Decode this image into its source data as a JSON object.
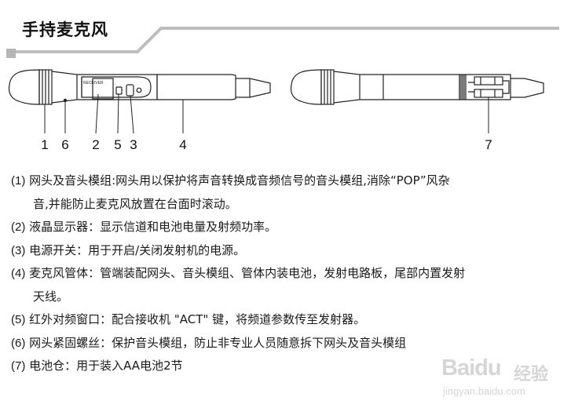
{
  "header": {
    "title": "手持麦克风"
  },
  "callouts": [
    "1",
    "6",
    "2",
    "5",
    "3",
    "4",
    "7"
  ],
  "items": [
    {
      "num": "(1)",
      "text": "网头及音头模组:网头用以保护将声音转换成音频信号的音头模组,消除“POP”风杂",
      "cont": "音,并能防止麦克风放置在台面时滚动。"
    },
    {
      "num": "(2)",
      "text": "液晶显示器：显示信道和电池电量及射频功率。"
    },
    {
      "num": "(3)",
      "text": "电源开关：用于开启/关闭发射机的电源。"
    },
    {
      "num": "(4)",
      "text": "麦克风管体：管端装配网头、音头模组、管体内装电池，发射电路板，尾部内置发射",
      "cont": "天线。"
    },
    {
      "num": "(5)",
      "text": "红外对频窗口：配合接收机 \"ACT\" 键，将频道参数传至发射器。"
    },
    {
      "num": "(6)",
      "text": "网头紧固螺丝：保护音头模组，防止非专业人员随意拆下网头及音头模组"
    },
    {
      "num": "(7)",
      "text": "电池仓：用于装入AA电池2节"
    }
  ],
  "watermark": {
    "brand": "Baidu",
    "cn": "经验",
    "url": "jingyan.baidu.com"
  }
}
